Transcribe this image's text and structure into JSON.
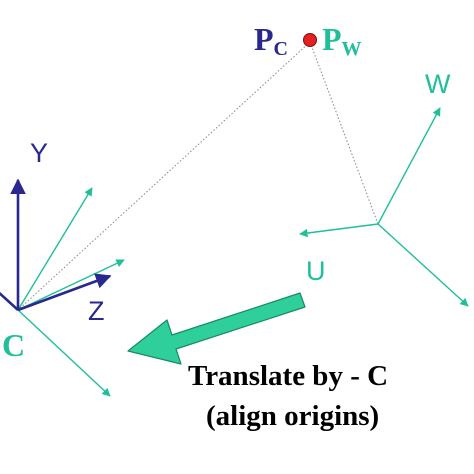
{
  "labels": {
    "pc_main": "P",
    "pc_sub": "C",
    "pw_main": "P",
    "pw_sub": "W",
    "w_axis": "W",
    "u_axis": "U",
    "y_axis": "Y",
    "z_axis": "Z",
    "c_origin": "C"
  },
  "caption": {
    "line1": "Translate by - C",
    "line2": "(align origins)"
  },
  "colors": {
    "teal": "#1fbf9a",
    "navy": "#28288f",
    "point": "#e52020",
    "dotted_line": "#888888",
    "arrow_fill": "#2ecf9a",
    "arrow_stroke": "#1a8a66"
  }
}
